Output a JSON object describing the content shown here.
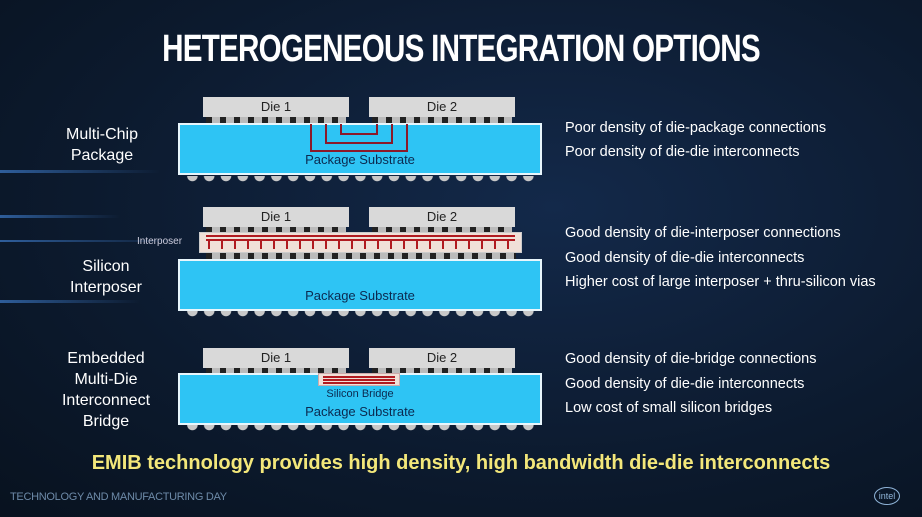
{
  "title": "HETEROGENEOUS INTEGRATION OPTIONS",
  "options": [
    {
      "label_lines": [
        "Multi-Chip",
        "Package"
      ],
      "die1": "Die 1",
      "die2": "Die 2",
      "substrate": "Package Substrate",
      "points": [
        "Poor density of die-package connections",
        "Poor density of die-die interconnects"
      ]
    },
    {
      "label_lines": [
        "Silicon",
        "Interposer"
      ],
      "die1": "Die 1",
      "die2": "Die 2",
      "interposer_label": "Interposer",
      "substrate": "Package Substrate",
      "points": [
        "Good density of die-interposer connections",
        "Good density of die-die interconnects",
        "Higher cost of large interposer + thru-silicon vias"
      ]
    },
    {
      "label_lines": [
        "Embedded",
        "Multi-Die",
        "Interconnect",
        "Bridge"
      ],
      "die1": "Die 1",
      "die2": "Die 2",
      "bridge": "Silicon Bridge",
      "substrate": "Package Substrate",
      "points": [
        "Good density of die-bridge connections",
        "Good density of die-die interconnects",
        "Low cost of small silicon bridges"
      ]
    }
  ],
  "summary": "EMIB technology provides high density, high bandwidth die-die interconnects",
  "footer": "TECHNOLOGY AND MANUFACTURING DAY",
  "logo": "intel",
  "colors": {
    "substrate": "#2ec4f4",
    "summary": "#f3e77a",
    "wire": "#b01a20"
  }
}
